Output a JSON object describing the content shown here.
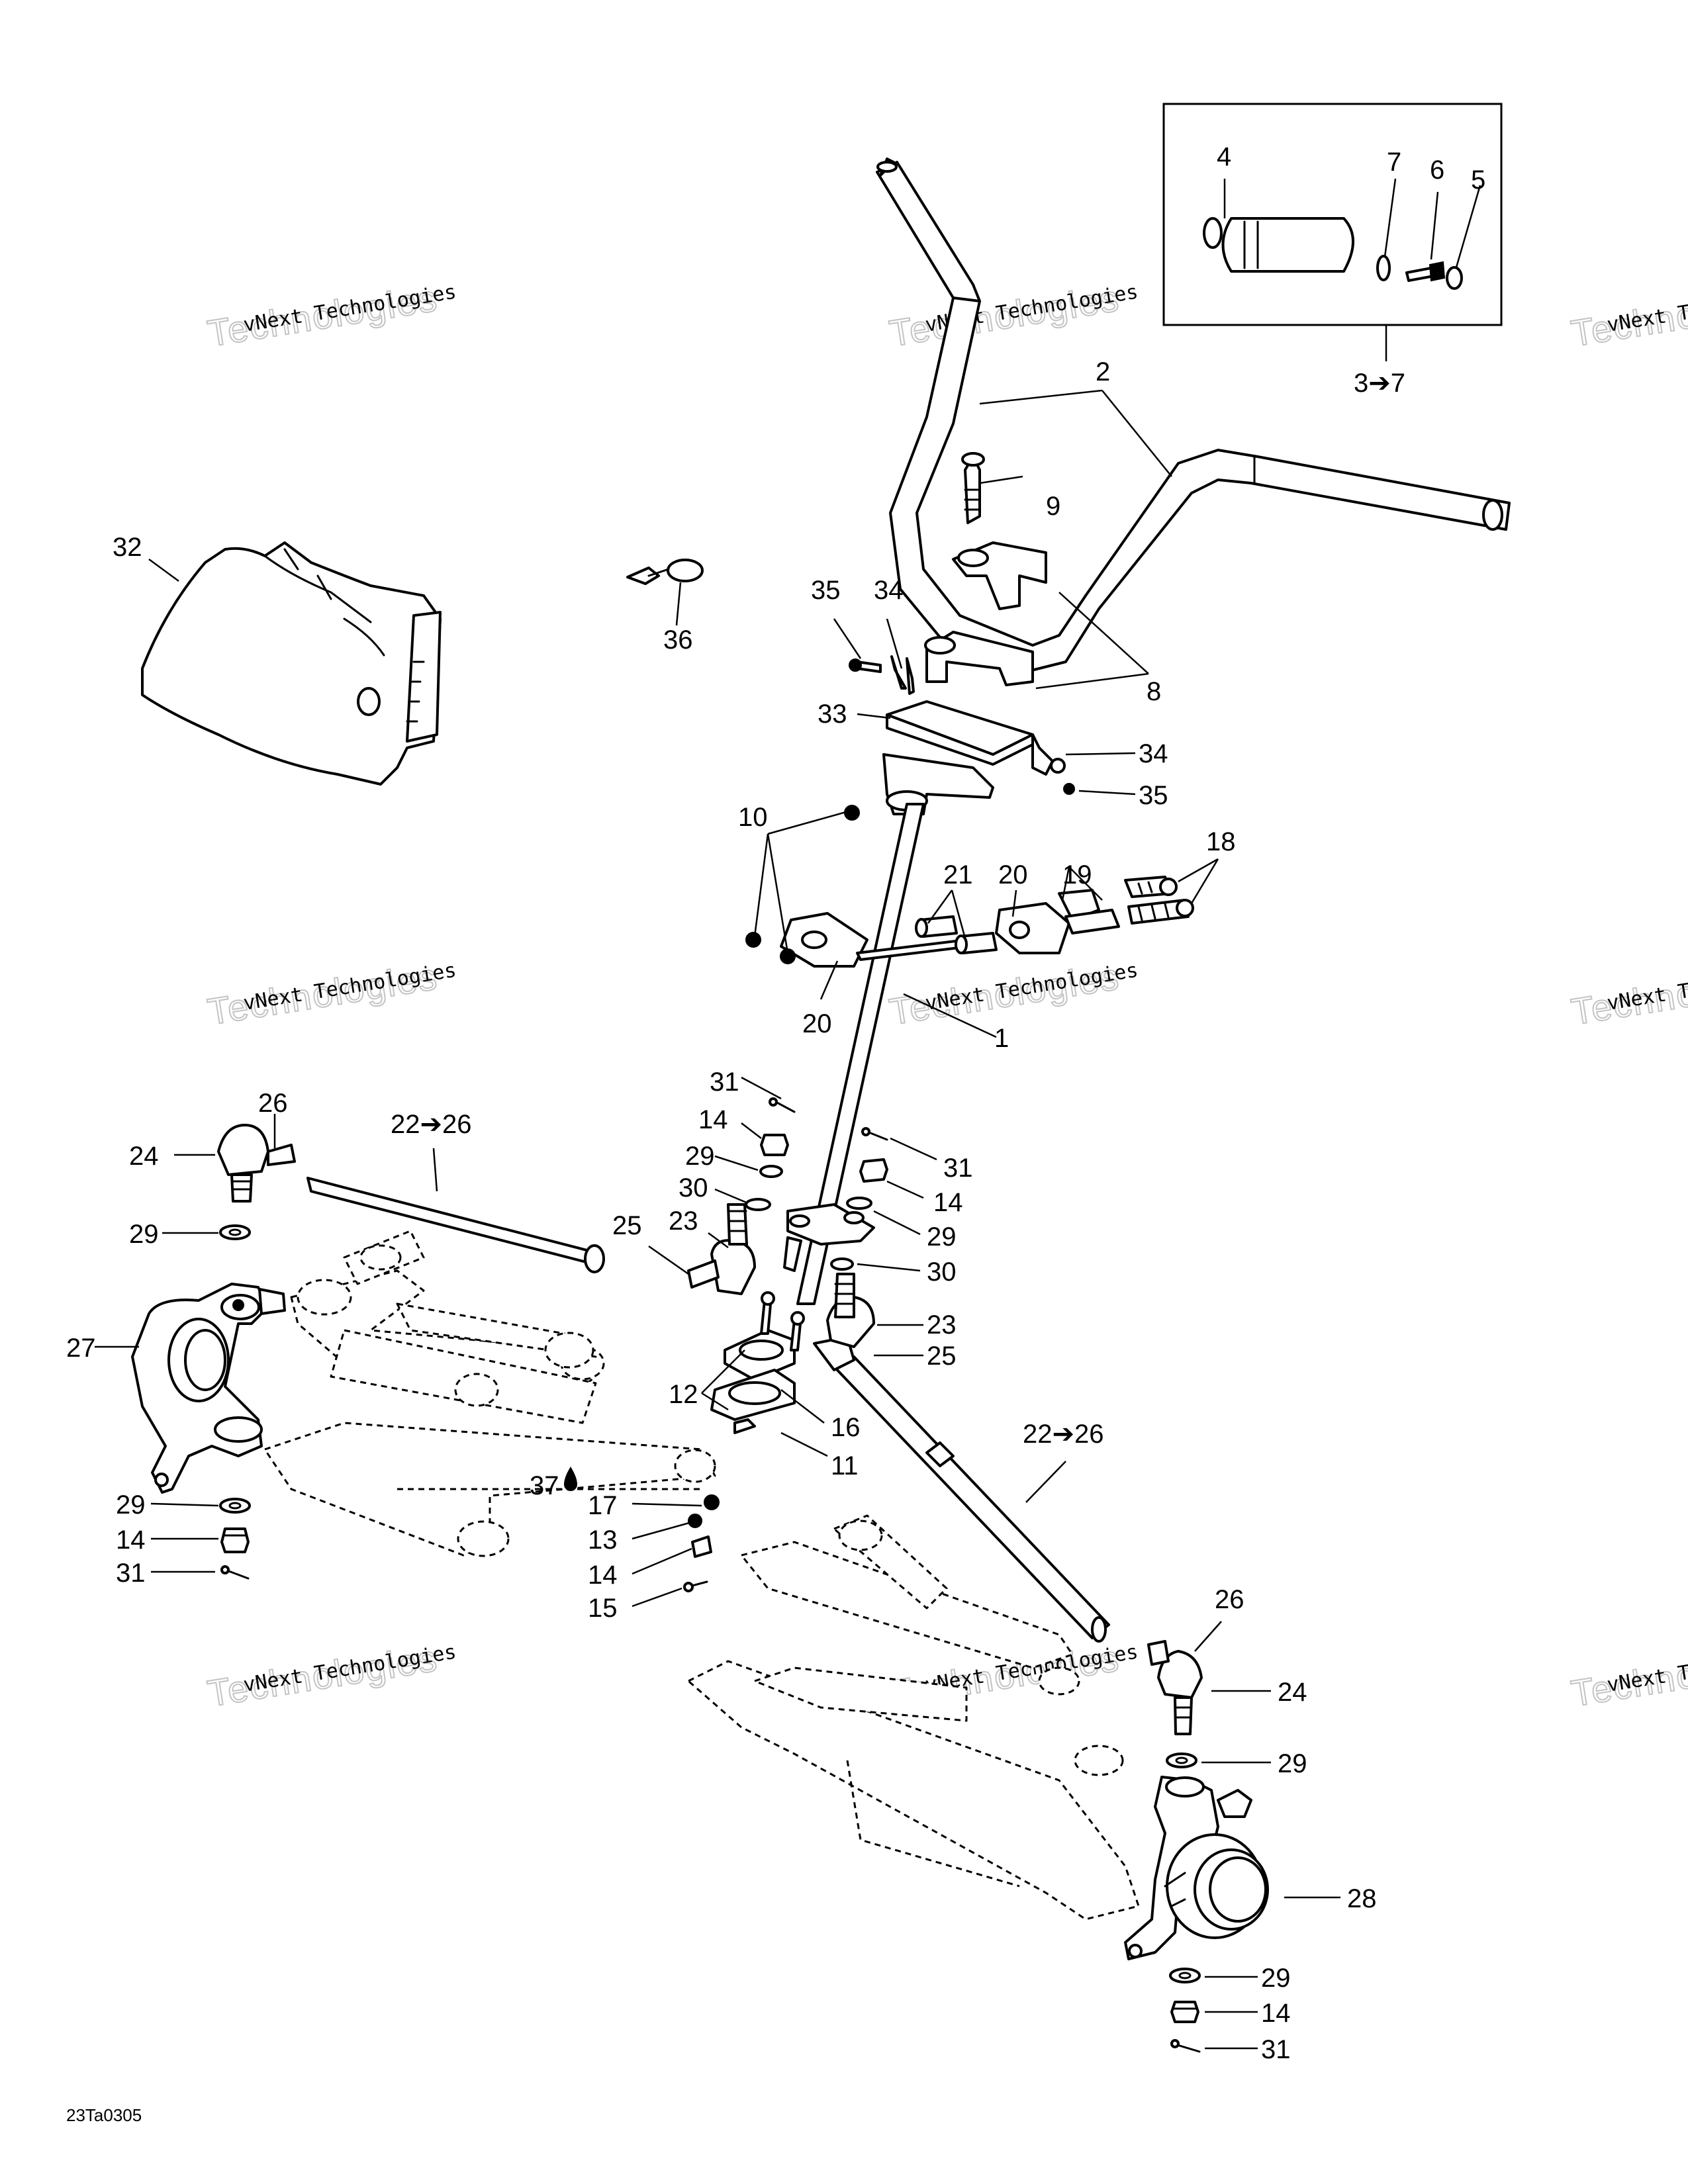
{
  "diagram": {
    "code": "23Ta0305",
    "watermark": {
      "line1": "vNext Technologies",
      "line2": "Technologies"
    },
    "labels": {
      "p1": "1",
      "p2": "2",
      "p3to7": "3➔7",
      "p4": "4",
      "p5": "5",
      "p6": "6",
      "p7": "7",
      "p8": "8",
      "p9": "9",
      "p10": "10",
      "p11": "11",
      "p12": "12",
      "p13": "13",
      "p14": "14",
      "p15": "15",
      "p16": "16",
      "p17": "17",
      "p18": "18",
      "p19": "19",
      "p20": "20",
      "p21": "21",
      "p22to26": "22➔26",
      "p23": "23",
      "p24": "24",
      "p25": "25",
      "p26": "26",
      "p27": "27",
      "p28": "28",
      "p29": "29",
      "p30": "30",
      "p31": "31",
      "p32": "32",
      "p33": "33",
      "p34": "34",
      "p35": "35",
      "p36": "36",
      "p37": "37"
    }
  }
}
